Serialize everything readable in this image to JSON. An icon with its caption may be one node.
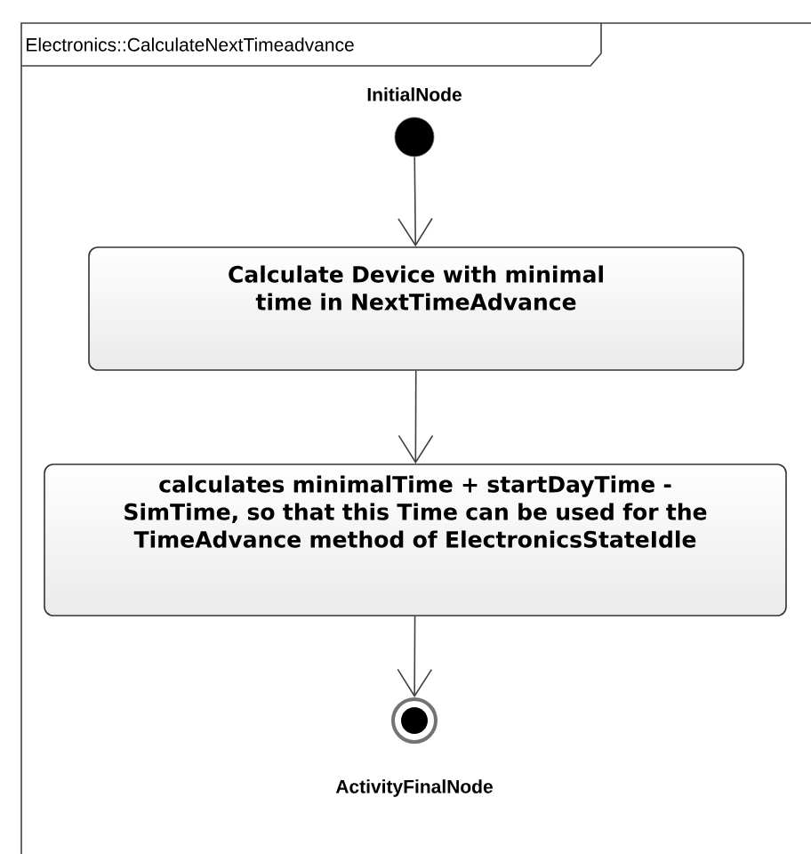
{
  "diagram": {
    "nodes": [
      {
        "text": [
          "Electronics::CalculateNextTimeadvance"
        ]
      },
      {
        "text": [
          "InitialNode"
        ],
        "in": 0
      },
      {
        "text": [
          "Calculate Device with minimal time in NextTimeAdvance"
        ],
        "in": 0
      },
      {
        "text": [
          "calculates minimalTime + startDayTime - SimTime, so that this Time can be used for the TimeAdvance method of ElectronicsStateIdle"
        ],
        "in": 0
      },
      {
        "text": [
          "ActivityFinalNode"
        ],
        "in": 0
      }
    ],
    "edges": [
      {
        "from": 1,
        "to": 2,
        "arrow": "to"
      },
      {
        "from": 2,
        "to": 3,
        "arrow": "to"
      },
      {
        "from": 3,
        "to": 4,
        "arrow": "to"
      }
    ]
  }
}
